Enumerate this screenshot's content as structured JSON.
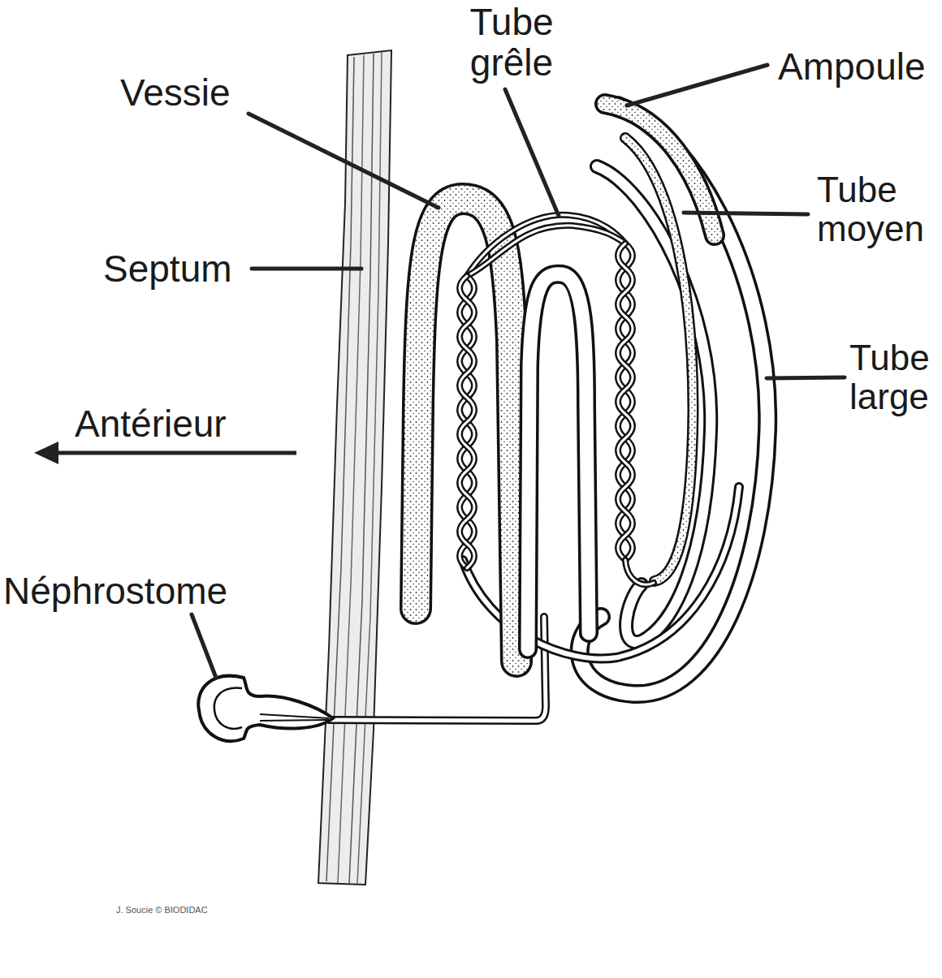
{
  "diagram": {
    "labels": [
      "Tube grêle",
      "Ampoule",
      "Vessie",
      "Tube moyen",
      "Septum",
      "Tube large",
      "Antérieur",
      "Néphrostome",
      "J. Soucie © BIODIDAC"
    ]
  }
}
